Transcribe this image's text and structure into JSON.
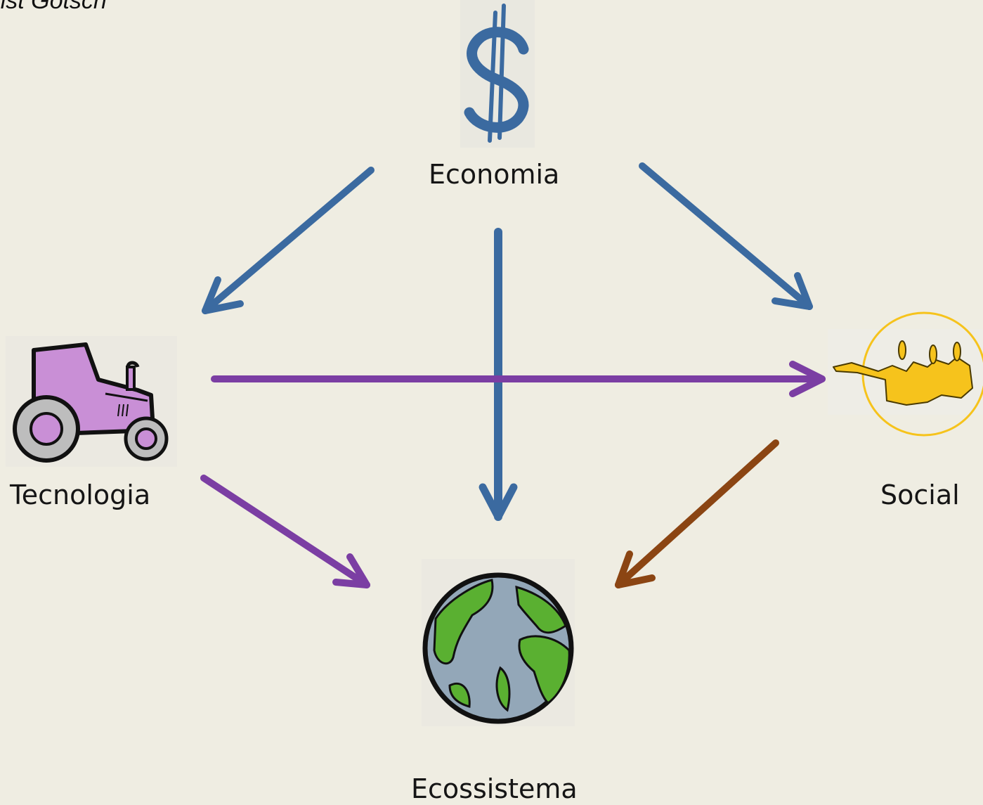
{
  "author": "rnst Götsch",
  "nodes": {
    "economia": {
      "label": "Economia",
      "icon": "dollar-sign-icon"
    },
    "tecnologia": {
      "label": "Tecnologia",
      "icon": "tractor-icon"
    },
    "social": {
      "label": "Social",
      "icon": "people-group-icon"
    },
    "ecossistema": {
      "label": "Ecossistema",
      "icon": "globe-icon"
    }
  },
  "edges": [
    {
      "from": "economia",
      "to": "tecnologia",
      "color": "#3b6aa0"
    },
    {
      "from": "economia",
      "to": "ecossistema",
      "color": "#3b6aa0"
    },
    {
      "from": "economia",
      "to": "social",
      "color": "#3b6aa0"
    },
    {
      "from": "tecnologia",
      "to": "social",
      "color": "#7b3ea3"
    },
    {
      "from": "tecnologia",
      "to": "ecossistema",
      "color": "#7b3ea3"
    },
    {
      "from": "social",
      "to": "ecossistema",
      "color": "#8b4513"
    }
  ],
  "colors": {
    "background": "#efede2",
    "economy_blue": "#3b6aa0",
    "technology_purple": "#7b3ea3",
    "social_brown": "#8b4513",
    "tractor_body": "#c98fd6",
    "people_yellow": "#f6c31c",
    "globe_land": "#5ab031",
    "globe_ocean": "#93a7b8"
  }
}
